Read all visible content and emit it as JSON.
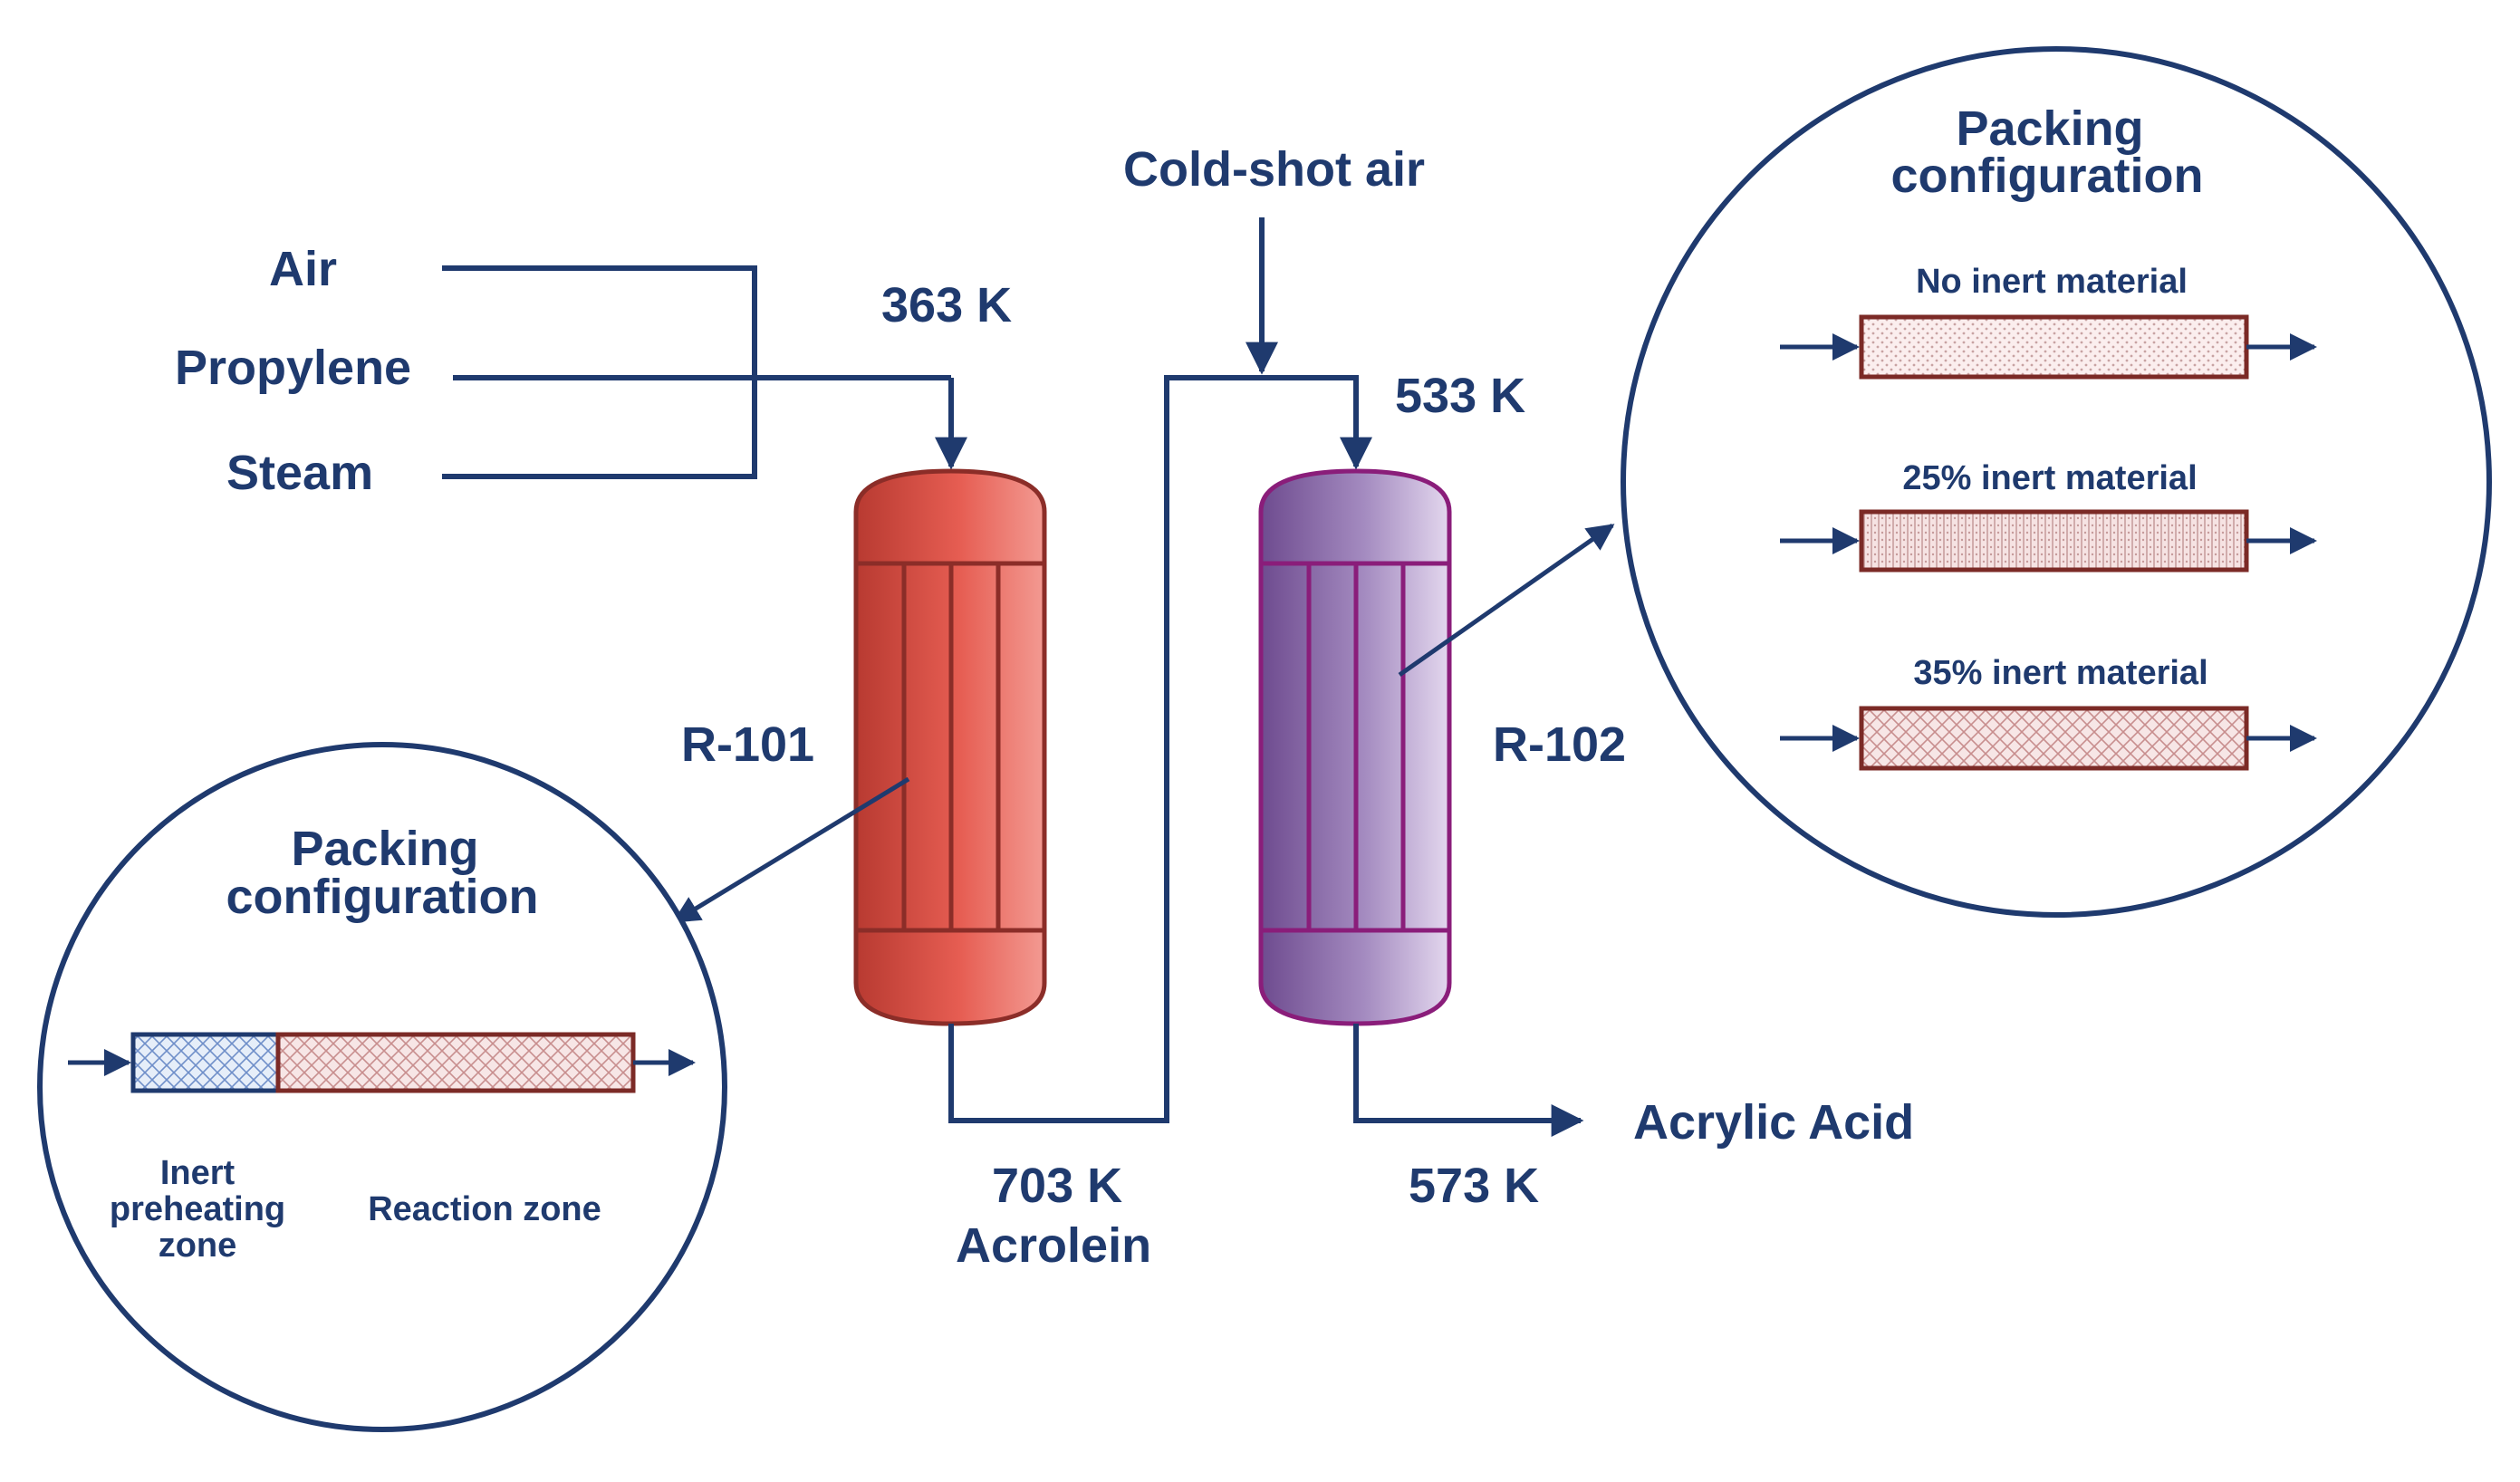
{
  "feeds": {
    "air": "Air",
    "propylene": "Propylene",
    "steam": "Steam"
  },
  "cold_shot": "Cold-shot air",
  "temps": {
    "r101_inlet": "363 K",
    "r102_inlet": "533 K",
    "acrolein": "703 K",
    "acrylic": "573 K"
  },
  "reactors": {
    "r101": "R-101",
    "r102": "R-102"
  },
  "streams": {
    "acrolein": "Acrolein",
    "acrylic_acid": "Acrylic Acid"
  },
  "left_detail": {
    "title_line1": "Packing",
    "title_line2": "configuration",
    "inert_label_line1": "Inert",
    "inert_label_line2": "preheating",
    "inert_label_line3": "zone",
    "reaction_label": "Reaction zone"
  },
  "right_detail": {
    "title_line1": "Packing",
    "title_line2": "configuration",
    "options": [
      "No inert material",
      "25% inert material",
      "35% inert material"
    ]
  },
  "colors": {
    "line": "#1f3a6e",
    "r101_fill": "#e2574c",
    "r101_stroke": "#8b2d28",
    "r102_fill": "#8a6aa8",
    "r102_stroke": "#8a1d7a",
    "packing_border": "#7b2a26",
    "inert_border": "#1f3a6e"
  }
}
